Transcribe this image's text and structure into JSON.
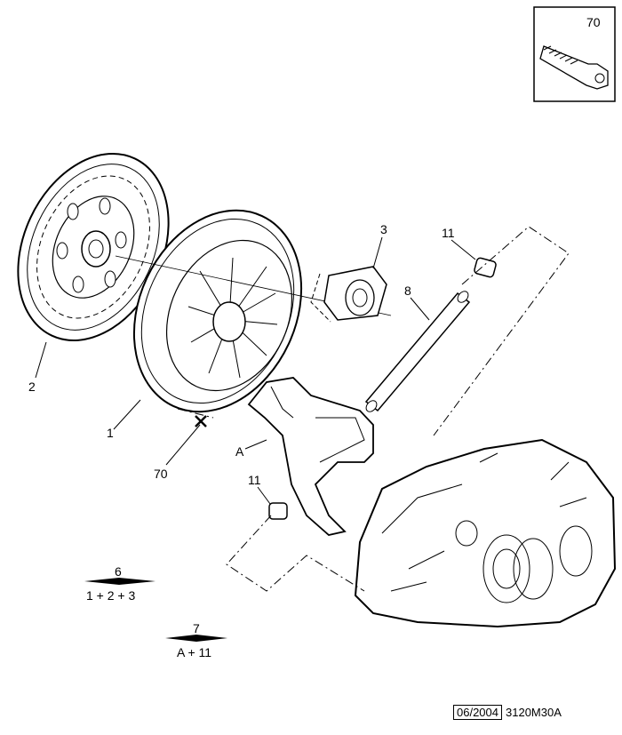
{
  "inset": {
    "label": "70"
  },
  "callouts": {
    "c1": "1",
    "c2": "2",
    "c3": "3",
    "c8": "8",
    "c11_top": "11",
    "c11_bottom": "11",
    "c70": "70",
    "cA": "A"
  },
  "kits": [
    {
      "number": "6",
      "contents": "1 + 2 + 3"
    },
    {
      "number": "7",
      "contents": "A + 11"
    }
  ],
  "footer": {
    "date": "06/2004",
    "code": "3120M30A"
  }
}
